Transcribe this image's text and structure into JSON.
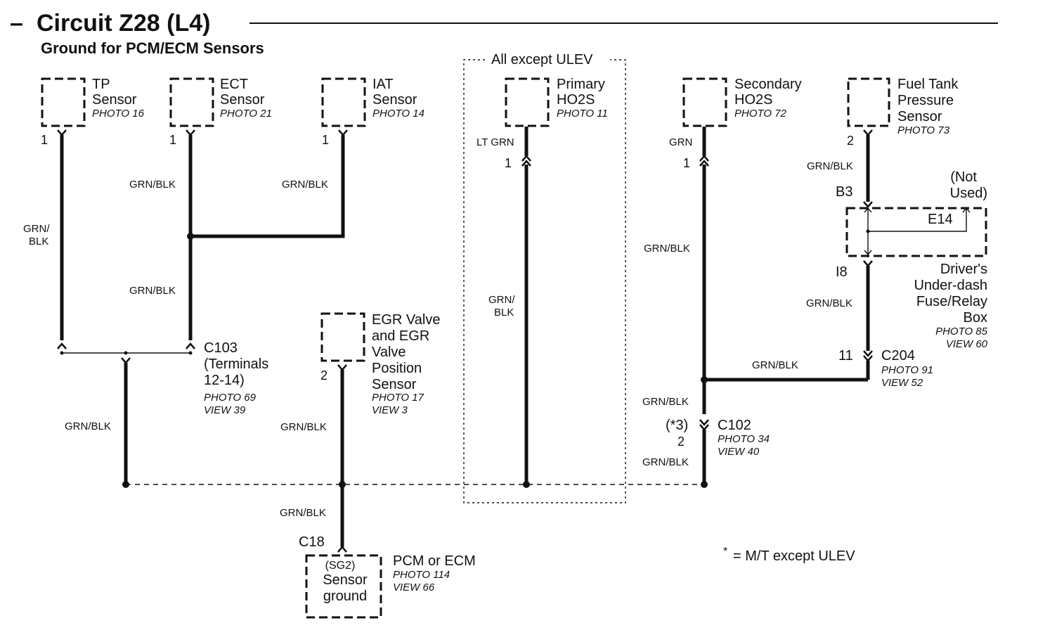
{
  "title": "Circuit Z28 (L4)",
  "title_dash": "–",
  "subtitle": "Ground for PCM/ECM Sensors",
  "region_label": "All except ULEV",
  "components": {
    "tp": {
      "lines": [
        "TP",
        "Sensor"
      ],
      "photo": "PHOTO 16",
      "pin": "1"
    },
    "ect": {
      "lines": [
        "ECT",
        "Sensor"
      ],
      "photo": "PHOTO 21",
      "pin": "1"
    },
    "iat": {
      "lines": [
        "IAT",
        "Sensor"
      ],
      "photo": "PHOTO 14",
      "pin": "1"
    },
    "primary": {
      "lines": [
        "Primary",
        "HO2S"
      ],
      "photo": "PHOTO 11",
      "pin": "1",
      "wire_top": "LT GRN"
    },
    "secondary": {
      "lines": [
        "Secondary",
        "HO2S"
      ],
      "photo": "PHOTO 72",
      "pin": "1",
      "wire_top": "GRN"
    },
    "fuel": {
      "lines": [
        "Fuel Tank",
        "Pressure",
        "Sensor"
      ],
      "photo": "PHOTO 73",
      "pin": "2"
    },
    "egr": {
      "lines": [
        "EGR Valve",
        "and EGR",
        "Valve",
        "Position",
        "Sensor"
      ],
      "photo": "PHOTO 17",
      "view": "VIEW 3",
      "pin": "2"
    },
    "pcm": {
      "lines": [
        "PCM or ECM"
      ],
      "photo": "PHOTO 114",
      "view": "VIEW 66",
      "inner_tag": "(SG2)",
      "inner_lines": [
        "Sensor",
        "ground"
      ],
      "connector": "C18"
    }
  },
  "connectors": {
    "c103": {
      "lines": [
        "C103",
        "(Terminals",
        "12-14)"
      ],
      "photo": "PHOTO 69",
      "view": "VIEW 39"
    },
    "c102": {
      "name": "C102",
      "note": "(*3)",
      "pin": "2",
      "photo": "PHOTO 34",
      "view": "VIEW 40"
    },
    "c204": {
      "name": "C204",
      "pin": "11",
      "photo": "PHOTO 91",
      "view": "VIEW 52"
    },
    "fusebox": {
      "pin_top": "B3",
      "pin_bottom": "I8",
      "fuse": "E14",
      "not_used": [
        "(Not",
        "Used)"
      ],
      "lines": [
        "Driver's",
        "Under-dash",
        "Fuse/Relay",
        "Box"
      ],
      "photo": "PHOTO 85",
      "view": "VIEW 60"
    }
  },
  "wires": {
    "tp_vertical": [
      "GRN/",
      "BLK"
    ],
    "ect_upper": "GRN/BLK",
    "ect_lower": "GRN/BLK",
    "iat": "GRN/BLK",
    "c103_down": "GRN/BLK",
    "egr": "GRN/BLK",
    "primary_lower": [
      "GRN/",
      "BLK"
    ],
    "secondary_main": "GRN/BLK",
    "fuel_upper": "GRN/BLK",
    "fuel_lower": "GRN/BLK",
    "splice_c204": "GRN/BLK",
    "c102_upper": "GRN/BLK",
    "c102_lower": "GRN/BLK",
    "pcm": "GRN/BLK"
  },
  "footnote": {
    "star": "*",
    "text": "= M/T except ULEV"
  }
}
